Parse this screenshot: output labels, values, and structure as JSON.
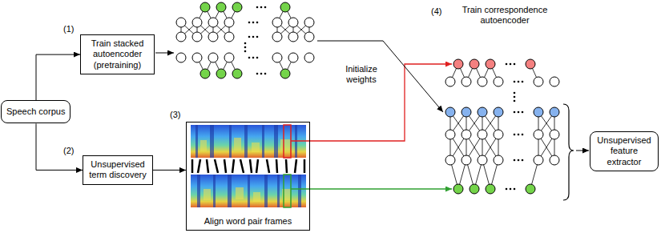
{
  "diagram": {
    "nodes": [
      {
        "text": [
          "Speech corpus"
        ]
      },
      {
        "text": [
          "Train stacked autoencoder (pretraining)"
        ]
      },
      {
        "text": [
          "Unsupervised term discovery"
        ]
      },
      {
        "text": [
          "Align word pair frames"
        ]
      },
      {
        "text": [
          "Unsupervised feature extractor"
        ]
      }
    ],
    "edges": [
      {
        "from": 0,
        "to": 1,
        "arrow": "to"
      },
      {
        "from": 0,
        "to": 2,
        "arrow": "to"
      },
      {
        "from": 2,
        "to": 3,
        "arrow": "to"
      }
    ],
    "labels": [
      "(1)",
      "(2)",
      "(3)",
      "(4)",
      "Train correspondence autoencoder",
      "Initialize weights"
    ]
  }
}
